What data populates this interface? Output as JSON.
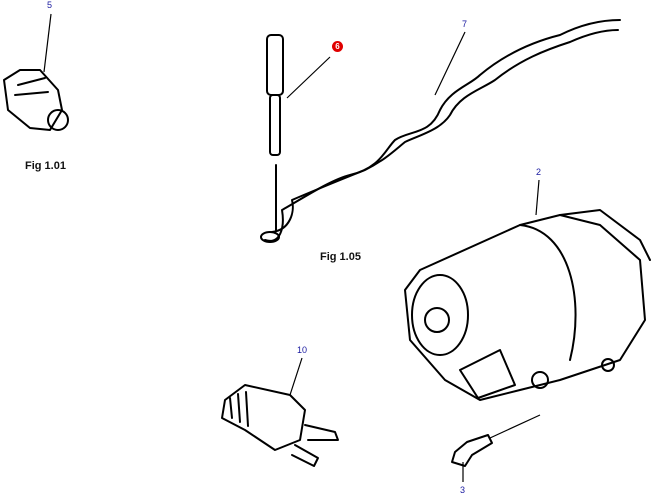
{
  "callouts": [
    {
      "number": "5"
    },
    {
      "number": "6",
      "highlighted": true
    },
    {
      "number": "7"
    },
    {
      "number": "2"
    },
    {
      "number": "10"
    },
    {
      "number": "3"
    }
  ],
  "figures": [
    "Fig 1.01",
    "Fig 1.05"
  ],
  "colors": {
    "callout": "#1a1aa0",
    "highlight": "#e00000"
  }
}
